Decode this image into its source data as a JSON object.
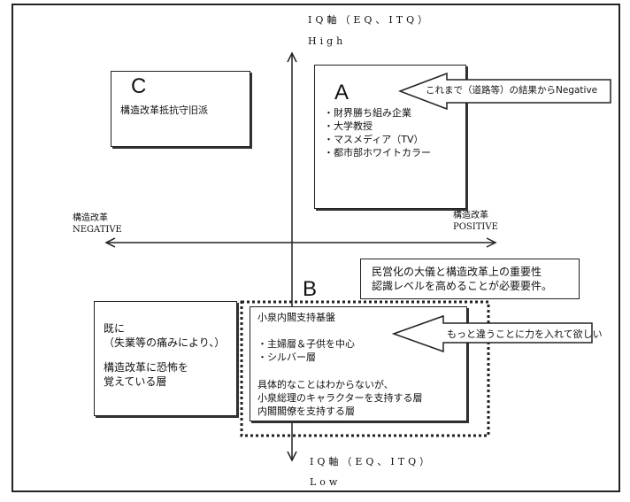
{
  "axes": {
    "vertical_top_label": "IQ軸（EQ、ITQ）",
    "vertical_top_level": "High",
    "vertical_bottom_label": "IQ軸（EQ、ITQ）",
    "vertical_bottom_level": "Low",
    "horizontal_left_title": "構造改革",
    "horizontal_left_level": "NEGATIVE",
    "horizontal_right_title": "構造改革",
    "horizontal_right_level": "POSITIVE"
  },
  "quadrant_a": {
    "letter": "A",
    "items": [
      "・財界勝ち組み企業",
      "・大学教授",
      "・マスメディア（TV）",
      "・都市部ホワイトカラー"
    ],
    "arrow_note": "これまで（道路等）の結果からNegative"
  },
  "quadrant_c": {
    "letter": "C",
    "text": "構造改革抵抗守旧派"
  },
  "quadrant_b": {
    "letter": "B",
    "title": "小泉内閣支持基盤",
    "items": [
      "・主婦層＆子供を中心",
      "・シルバー層"
    ],
    "desc": [
      "具体的なことはわからないが、",
      "小泉総理のキャラクターを支持する層",
      "内閣閣僚を支持する層"
    ],
    "arrow_note": "もっと違うことに力を入れて欲しい"
  },
  "quadrant_d": {
    "lines": [
      "既に",
      "（失業等の痛みにより、）",
      "",
      "構造改革に恐怖を",
      "覚えている層"
    ]
  },
  "note_box": {
    "lines": [
      "民営化の大儀と構造改革上の重要性",
      "認識レベルを高めることが必要要件。"
    ]
  }
}
